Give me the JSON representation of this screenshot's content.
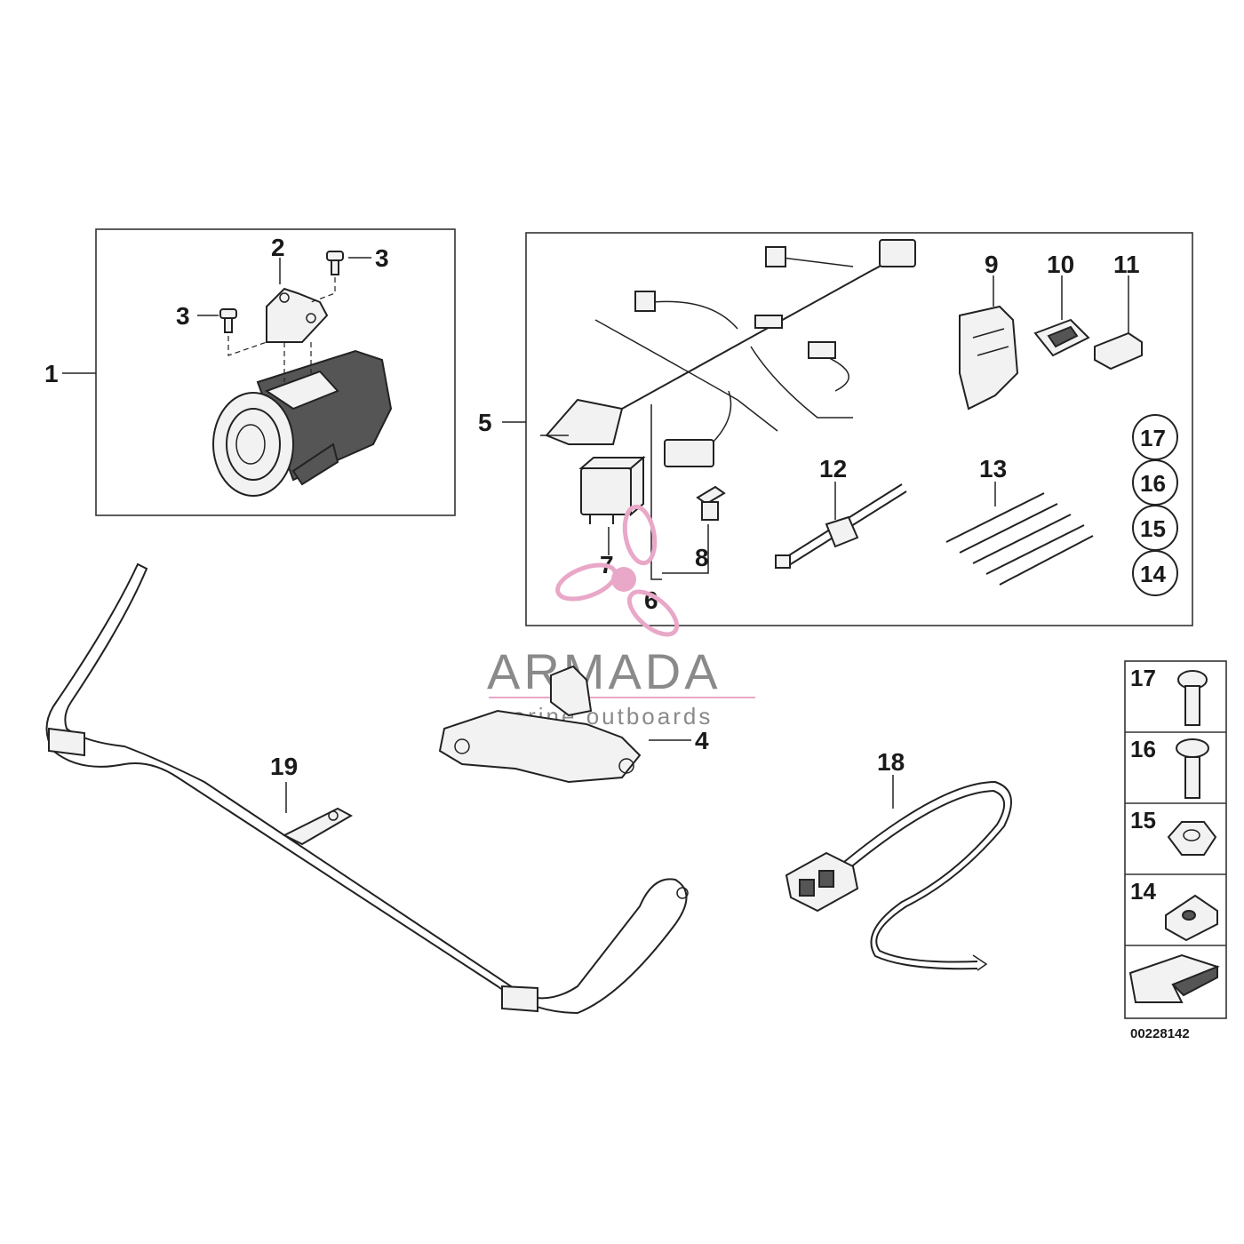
{
  "callouts": {
    "c1": "1",
    "c2": "2",
    "c3a": "3",
    "c3b": "3",
    "c4": "4",
    "c5": "5",
    "c6": "6",
    "c7": "7",
    "c8": "8",
    "c9": "9",
    "c10": "10",
    "c11": "11",
    "c12": "12",
    "c13": "13",
    "c14": "14",
    "c15": "15",
    "c16": "16",
    "c17": "17",
    "c18": "18",
    "c19": "19"
  },
  "legend": {
    "l17": "17",
    "l16": "16",
    "l15": "15",
    "l14": "14"
  },
  "reference_number": "00228142",
  "watermark": {
    "brand": "ARMADA",
    "tagline": "marine outboards",
    "color": "#e9a8c8"
  },
  "colors": {
    "line": "#222222",
    "brand_text": "#8a8a8a"
  }
}
